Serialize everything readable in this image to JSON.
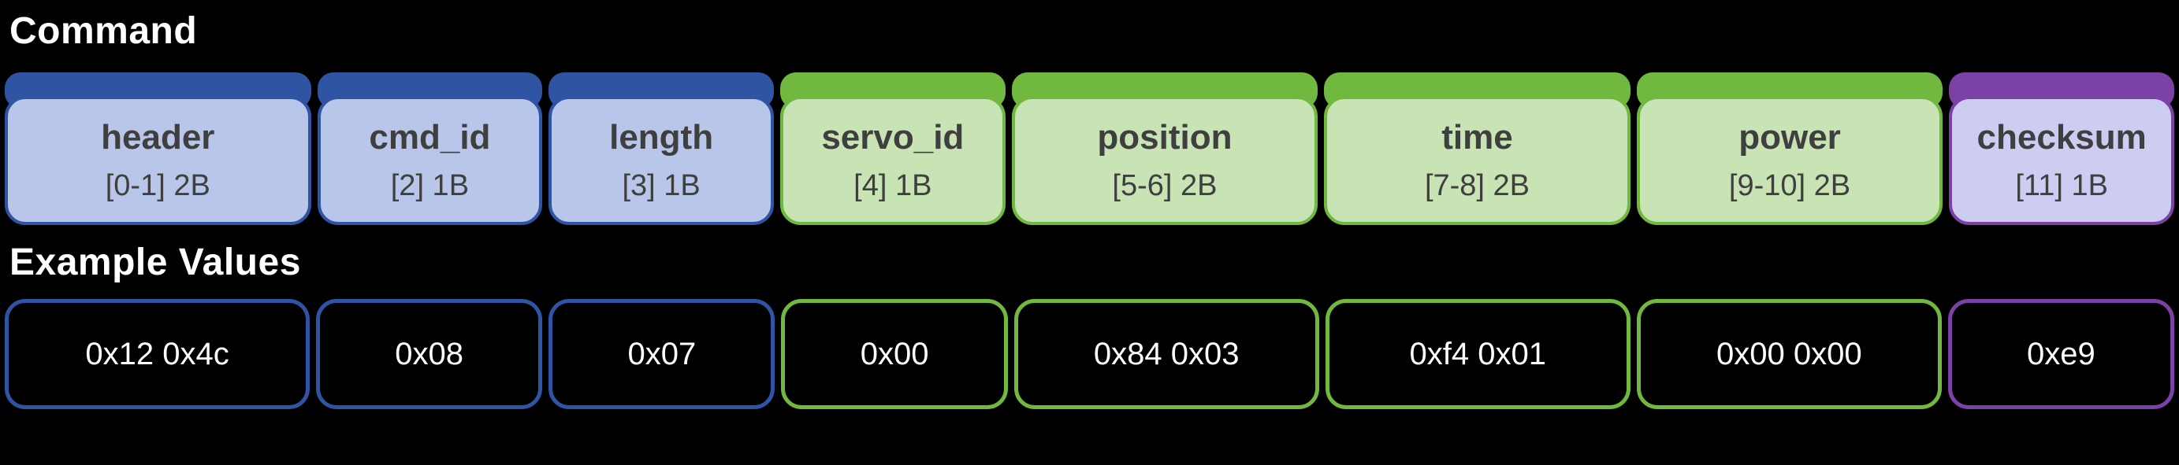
{
  "titles": {
    "command": "Command",
    "example_values": "Example Values"
  },
  "colors": {
    "page_bg": "#000000",
    "blue_dark": "#2e54a3",
    "blue_light": "#b7c6e9",
    "green_dark": "#71b83f",
    "green_light": "#c8e3b4",
    "purple_dark": "#7c41a5",
    "purple_light": "#cdccf1",
    "field_text": "#3f3f3f",
    "title_text": "#ffffff",
    "value_text": "#ffffff"
  },
  "fields": [
    {
      "label": "header",
      "bytes": "[0-1] 2B",
      "value": "0x12 0x4c",
      "color": "blue"
    },
    {
      "label": "cmd_id",
      "bytes": "[2] 1B",
      "value": "0x08",
      "color": "blue"
    },
    {
      "label": "length",
      "bytes": "[3] 1B",
      "value": "0x07",
      "color": "blue"
    },
    {
      "label": "servo_id",
      "bytes": "[4] 1B",
      "value": "0x00",
      "color": "green"
    },
    {
      "label": "position",
      "bytes": "[5-6] 2B",
      "value": "0x84 0x03",
      "color": "green"
    },
    {
      "label": "time",
      "bytes": "[7-8] 2B",
      "value": "0xf4 0x01",
      "color": "green"
    },
    {
      "label": "power",
      "bytes": "[9-10] 2B",
      "value": "0x00 0x00",
      "color": "green"
    },
    {
      "label": "checksum",
      "bytes": "[11] 1B",
      "value": "0xe9",
      "color": "purple"
    }
  ]
}
